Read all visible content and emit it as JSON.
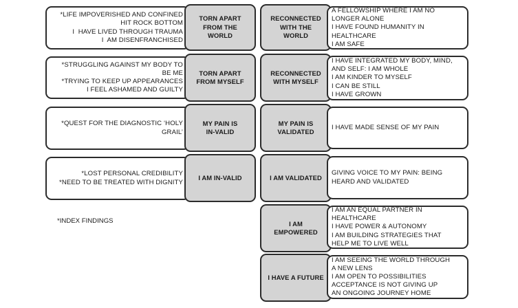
{
  "left_rows": [
    {
      "desc": [
        "*LIFE IMPOVERISHED AND CONFINED",
        "HIT ROCK BOTTOM",
        "I  HAVE LIVED THROUGH TRAUMA",
        "I  AM DISENFRANCHISED"
      ],
      "stage": "TORN APART FROM THE WORLD"
    },
    {
      "desc": [
        "*STRUGGLING AGAINST MY BODY TO BE ME",
        "*TRYING TO KEEP UP APPEARANCES",
        "I FEEL ASHAMED AND GUILTY"
      ],
      "stage": "TORN APART FROM  MYSELF"
    },
    {
      "desc": [
        "*QUEST FOR THE DIAGNOSTIC ‘HOLY GRAIL’"
      ],
      "stage": "MY PAIN IS IN-VALID"
    },
    {
      "desc": [
        "*LOST PERSONAL CREDIBILITY",
        "*NEED TO BE TREATED WITH DIGNITY"
      ],
      "stage": "I AM IN-VALID"
    }
  ],
  "right_rows": [
    {
      "stage": "RECONNECTED WITH THE WORLD",
      "desc": [
        "A FELLOWSHIP WHERE I AM NO LONGER ALONE",
        "I HAVE FOUND HUMANITY IN HEALTHCARE",
        "I AM SAFE"
      ]
    },
    {
      "stage": "RECONNECTED WITH MYSELF",
      "desc": [
        "I HAVE INTEGRATED MY BODY, MIND, AND SELF: I AM WHOLE",
        "I AM KINDER TO MYSELF",
        "I CAN BE STILL",
        "I HAVE GROWN"
      ]
    },
    {
      "stage": "MY PAIN IS VALIDATED",
      "desc": [
        "I HAVE MADE SENSE OF MY PAIN"
      ]
    },
    {
      "stage": "I AM VALIDATED",
      "desc": [
        "GIVING VOICE TO MY PAIN: BEING HEARD AND VALIDATED"
      ]
    },
    {
      "stage": "I AM EMPOWERED",
      "desc": [
        "I AM AN EQUAL PARTNER IN HEALTHCARE",
        "I HAVE POWER & AUTONOMY",
        "I AM BUILDING STRATEGIES THAT HELP ME TO LIVE WELL"
      ]
    },
    {
      "stage": "I HAVE A FUTURE",
      "desc": [
        "I AM SEEING THE WORLD THROUGH A NEW LENS",
        "I AM OPEN TO POSSIBILITIES",
        "ACCEPTANCE IS NOT GIVING UP",
        "AN ONGOING JOURNEY HOME"
      ]
    }
  ],
  "footnote": "*INDEX FINDINGS"
}
